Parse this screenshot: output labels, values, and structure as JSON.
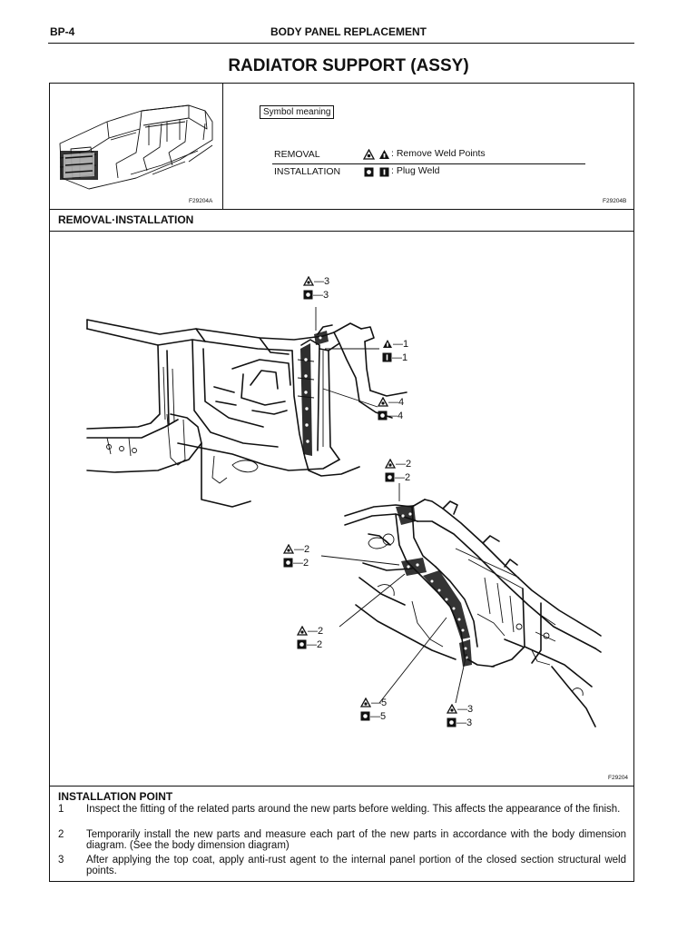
{
  "header": {
    "page_id": "BP-4",
    "section": "BODY PANEL REPLACEMENT"
  },
  "title": "RADIATOR SUPPORT (ASSY)",
  "top_panel": {
    "left_code": "F29204A",
    "right_code": "F29204B",
    "symbol_label": "Symbol meaning",
    "rows": [
      {
        "label": "REMOVAL",
        "description": ": Remove Weld Points",
        "icons": [
          "weld-triangle-dot-icon",
          "weld-triangle-solid-icon"
        ]
      },
      {
        "label": "INSTALLATION",
        "description": ": Plug Weld",
        "icons": [
          "plug-weld-square-icon",
          "plug-weld-square-solid-icon"
        ]
      }
    ]
  },
  "removal_section": {
    "title": "REMOVAL·INSTALLATION",
    "figure_code": "F29204",
    "callouts": [
      {
        "removal": "3",
        "install": "3"
      },
      {
        "removal": "1",
        "install": "1"
      },
      {
        "removal": "4",
        "install": "4"
      },
      {
        "removal": "2",
        "install": "2"
      },
      {
        "removal": "2",
        "install": "2"
      },
      {
        "removal": "2",
        "install": "2"
      },
      {
        "removal": "5",
        "install": "5"
      },
      {
        "removal": "3",
        "install": "3"
      }
    ]
  },
  "installation_point": {
    "title": "INSTALLATION POINT",
    "items": [
      {
        "num": "1",
        "text": "Inspect the fitting of the related parts around the new parts before welding. This affects the appearance of the finish."
      },
      {
        "num": "2",
        "text": "Temporarily install the new parts and measure each part of the new parts in accordance with the body dimension diagram. (See the body dimension diagram)"
      },
      {
        "num": "3",
        "text": "After applying the top coat, apply anti-rust agent to the internal panel portion of the closed section structural weld points."
      }
    ]
  }
}
